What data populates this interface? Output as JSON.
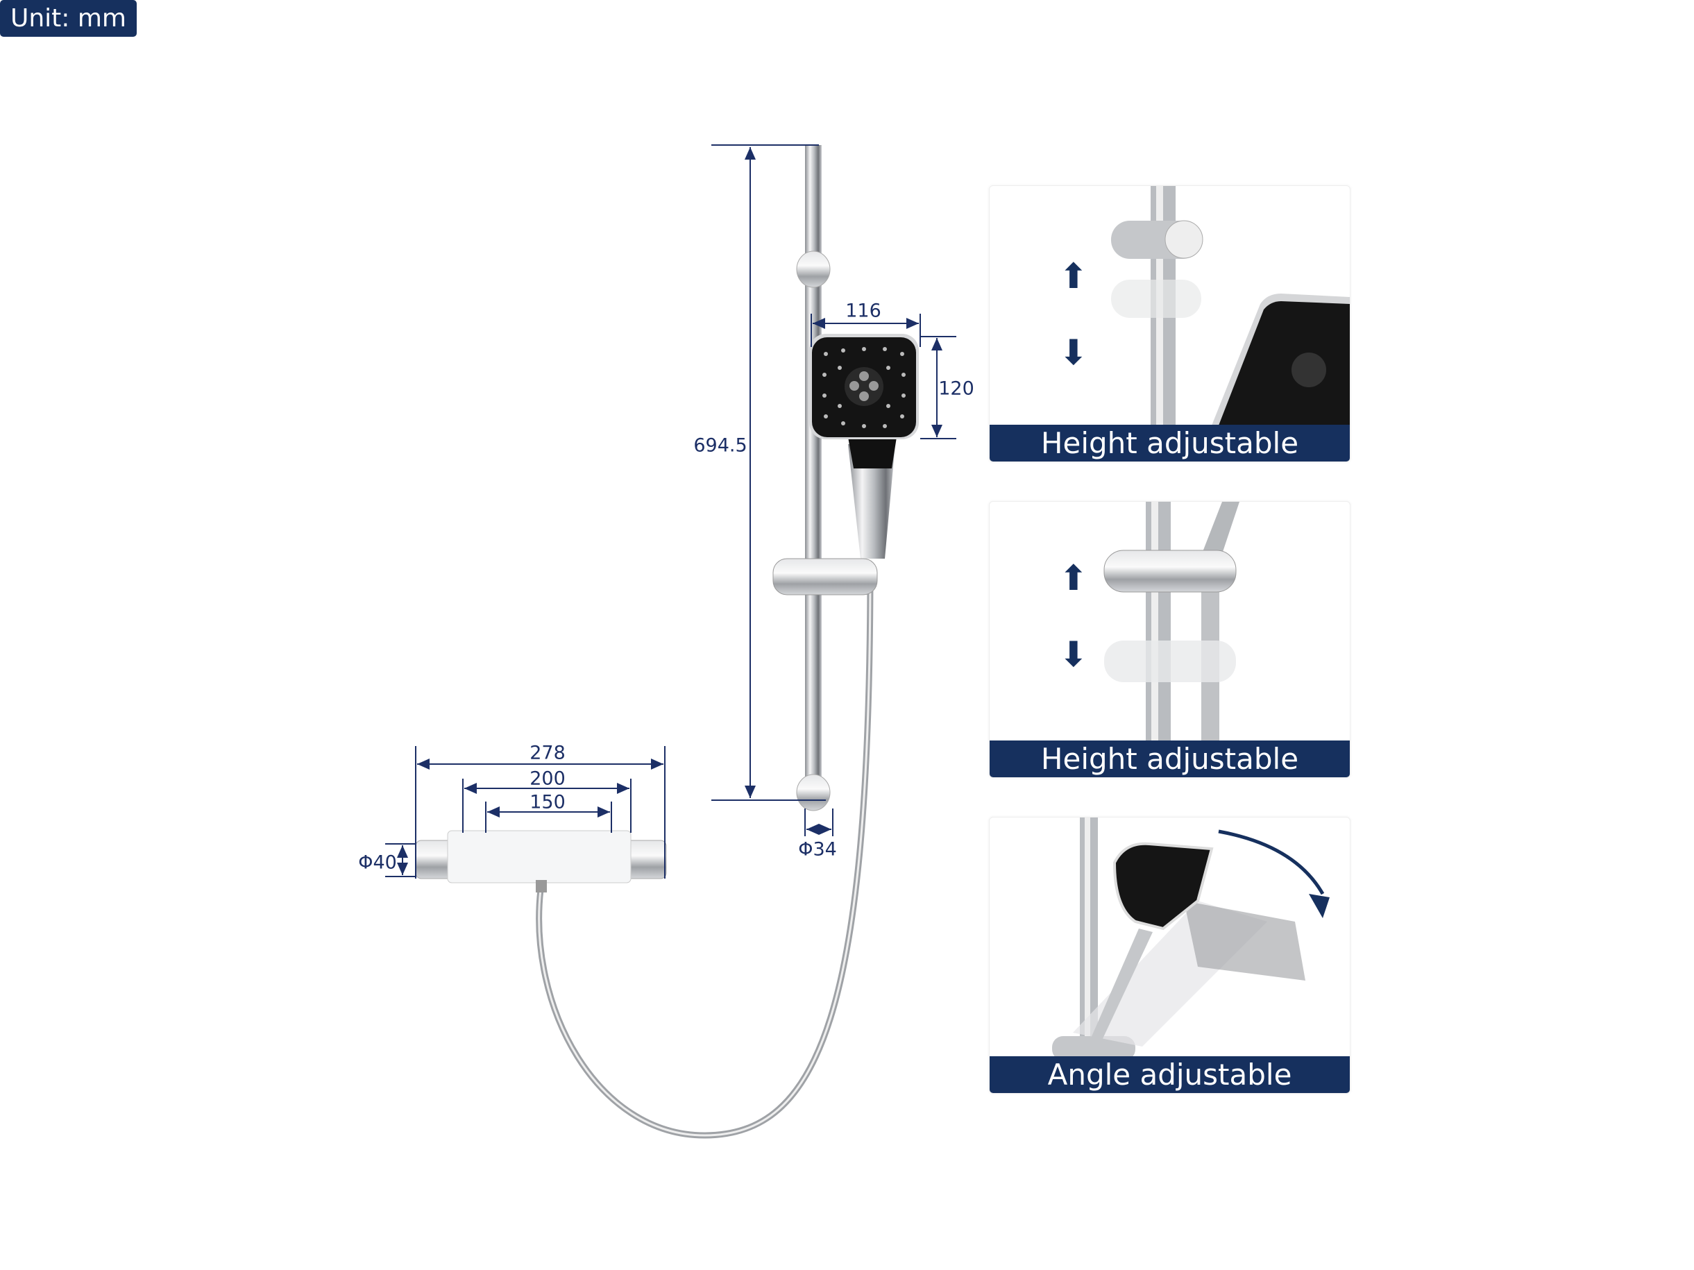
{
  "unit_badge": "Unit: mm",
  "dimensions": {
    "rail_height": "694.5",
    "head_width": "116",
    "head_height": "120",
    "rail_diameter": "Φ34",
    "valve_length": "278",
    "valve_200": "200",
    "valve_150": "150",
    "valve_diameter": "Φ40"
  },
  "panels": [
    {
      "label": "Height adjustable"
    },
    {
      "label": "Height adjustable"
    },
    {
      "label": "Angle adjustable"
    }
  ],
  "colors": {
    "navy": "#16305e",
    "dim_line": "#1c2f66"
  }
}
